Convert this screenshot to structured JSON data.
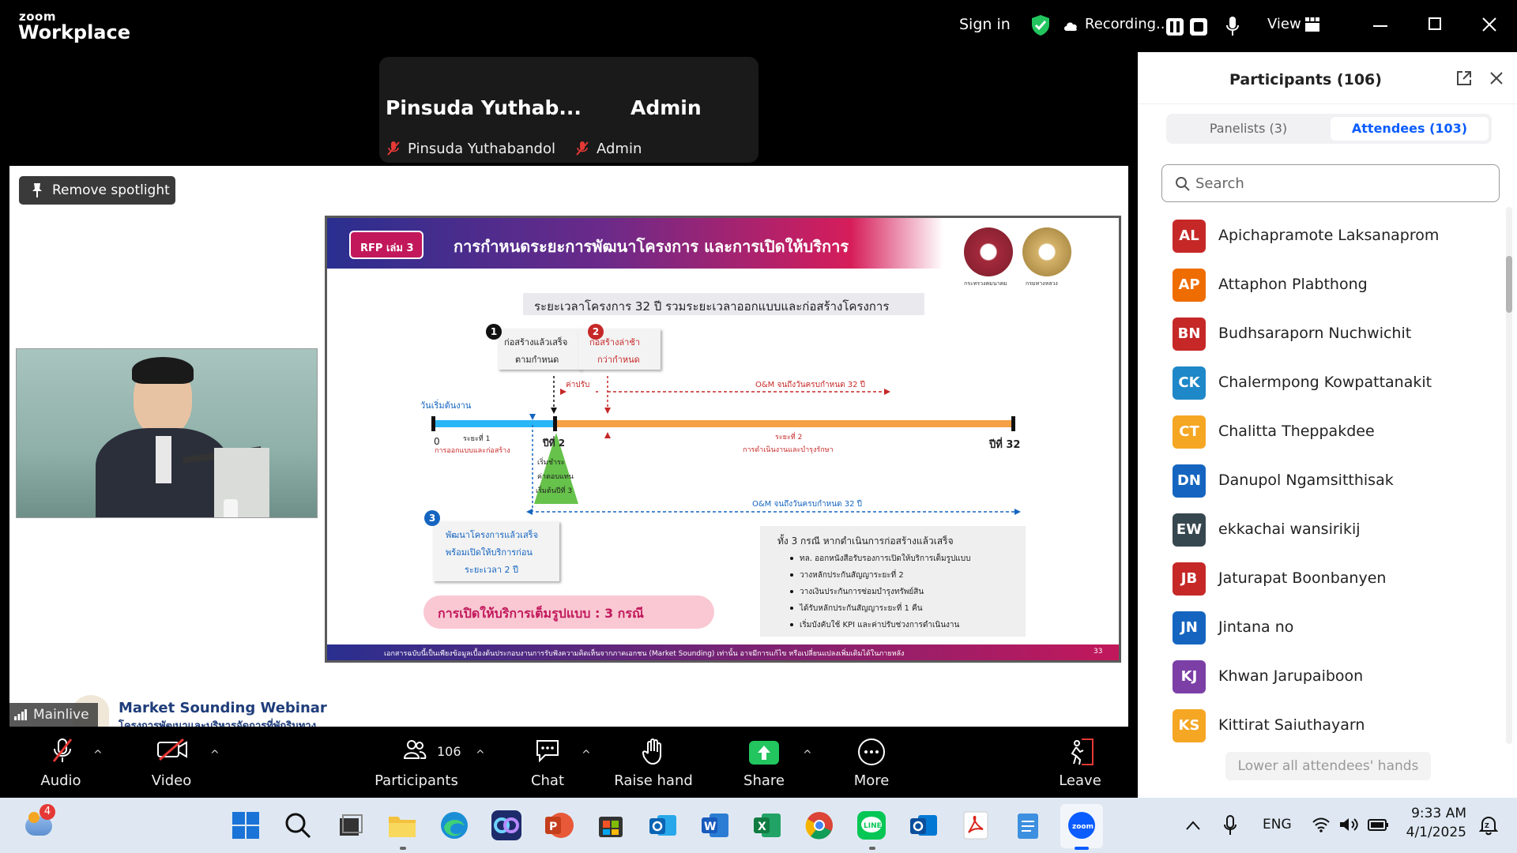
{
  "app": {
    "logo_small": "zoom",
    "logo_big": "Workplace",
    "sign_in": "Sign in",
    "recording": "Recording...",
    "view": "View"
  },
  "speaker": {
    "name1": "Pinsuda  Yuthab...",
    "name2": "Admin",
    "sub1": "Pinsuda Yuthabandol",
    "sub2": "Admin"
  },
  "share": {
    "remove_spotlight": "Remove spotlight",
    "mainlive": "Mainlive",
    "webinar_title": "Market Sounding Webinar",
    "webinar_sub": "โครงการพัฒนาและบริหารจัดการที่พักริมทาง"
  },
  "slide": {
    "tag": "RFP เล่ม 3",
    "title": "การกำหนดระยะการพัฒนาโครงการ และการเปิดให้บริการ",
    "logo1_caption": "กระทรวงคมนาคม",
    "logo2_caption": "กรมทางหลวง",
    "subtitle": "ระยะเวลาโครงการ 32 ปี รวมระยะเวลาออกแบบและก่อสร้างโครงการ",
    "box1_line1": "ก่อสร้างแล้วเสร็จ",
    "box1_line2": "ตามกำหนด",
    "box2_line1": "ก่อสร้างล่าช้า",
    "box2_line2": "กว่ากำหนด",
    "num1": "1",
    "num2": "2",
    "num3": "3",
    "penalty": "ค่าปรับ",
    "om_top": "O&M จนถึงวันครบกำหนด 32 ปี",
    "start": "วันเริ่มต้นงาน",
    "zero": "0",
    "phase1": "ระยะที่ 1",
    "phase1_sub": "การออกแบบและก่อสร้าง",
    "year2": "ปีที่ 2",
    "phase2": "ระยะที่ 2",
    "phase2_sub": "การดำเนินงานและบำรุงรักษา",
    "year32": "ปีที่ 32",
    "tri1": "เริ่มชำระ",
    "tri2": "ค่าตอบแทน",
    "tri3": "เริ่มต้นปีที่ 3",
    "om_bottom": "O&M จนถึงวันครบกำหนด 32 ปี",
    "box3_line1": "พัฒนาโครงการแล้วเสร็จ",
    "box3_line2": "พร้อมเปิดให้บริการก่อน",
    "box3_line3": "ระยะเวลา 2 ปี",
    "conditions_title": "ทั้ง 3 กรณี หากดำเนินการก่อสร้างแล้วเสร็จ",
    "conditions": [
      "ทล. ออกหนังสือรับรองการเปิดให้บริการเต็มรูปแบบ",
      "วางหลักประกันสัญญาระยะที่ 2",
      "วางเงินประกันการซ่อมบำรุงทรัพย์สิน",
      "ได้รับหลักประกันสัญญาระยะที่ 1 คืน",
      "เริ่มบังคับใช้ KPI และค่าปรับช่วงการดำเนินงาน"
    ],
    "pill": "การเปิดให้บริการเต็มรูปแบบ : 3 กรณี",
    "footer": "เอกสารฉบับนี้เป็นเพียงข้อมูลเบื้องต้นประกอบงานการรับฟังความคิดเห็นจากภาคเอกชน (Market Sounding) เท่านั้น อาจมีการแก้ไข หรือเปลี่ยนแปลงเพิ่มเติมได้ในภายหลัง",
    "page": "33"
  },
  "panel": {
    "title": "Participants (106)",
    "tab_panelists": "Panelists (3)",
    "tab_attendees": "Attendees (103)",
    "search_placeholder": "Search",
    "lower_hands": "Lower all attendees' hands",
    "people": [
      {
        "initials": "AL",
        "name": "Apichapramote Laksanaprom",
        "color": "#c62828"
      },
      {
        "initials": "AP",
        "name": "Attaphon Plabthong",
        "color": "#ef6c00"
      },
      {
        "initials": "BN",
        "name": "Budhsaraporn Nuchwichit",
        "color": "#c62828"
      },
      {
        "initials": "CK",
        "name": "Chalermpong Kowpattanakit",
        "color": "#1e88c8"
      },
      {
        "initials": "CT",
        "name": "Chalitta Theppakdee",
        "color": "#f5a623"
      },
      {
        "initials": "DN",
        "name": "Danupol Ngamsitthisak",
        "color": "#1565c0"
      },
      {
        "initials": "EW",
        "name": "ekkachai wansirikij",
        "color": "#37474f"
      },
      {
        "initials": "JB",
        "name": "Jaturapat Boonbanyen",
        "color": "#c62828"
      },
      {
        "initials": "JN",
        "name": "Jintana no",
        "color": "#1565c0"
      },
      {
        "initials": "KJ",
        "name": "Khwan Jarupaiboon",
        "color": "#7b3fa6"
      },
      {
        "initials": "KS",
        "name": "Kittirat Saiuthayarn",
        "color": "#f5a623"
      }
    ]
  },
  "toolbar": {
    "audio": "Audio",
    "video": "Video",
    "participants": "Participants",
    "participants_count": "106",
    "chat": "Chat",
    "raise_hand": "Raise hand",
    "share": "Share",
    "more": "More",
    "leave": "Leave"
  },
  "taskbar": {
    "weather_badge": "4",
    "lang": "ENG",
    "time": "9:33 AM",
    "date": "4/1/2025"
  }
}
